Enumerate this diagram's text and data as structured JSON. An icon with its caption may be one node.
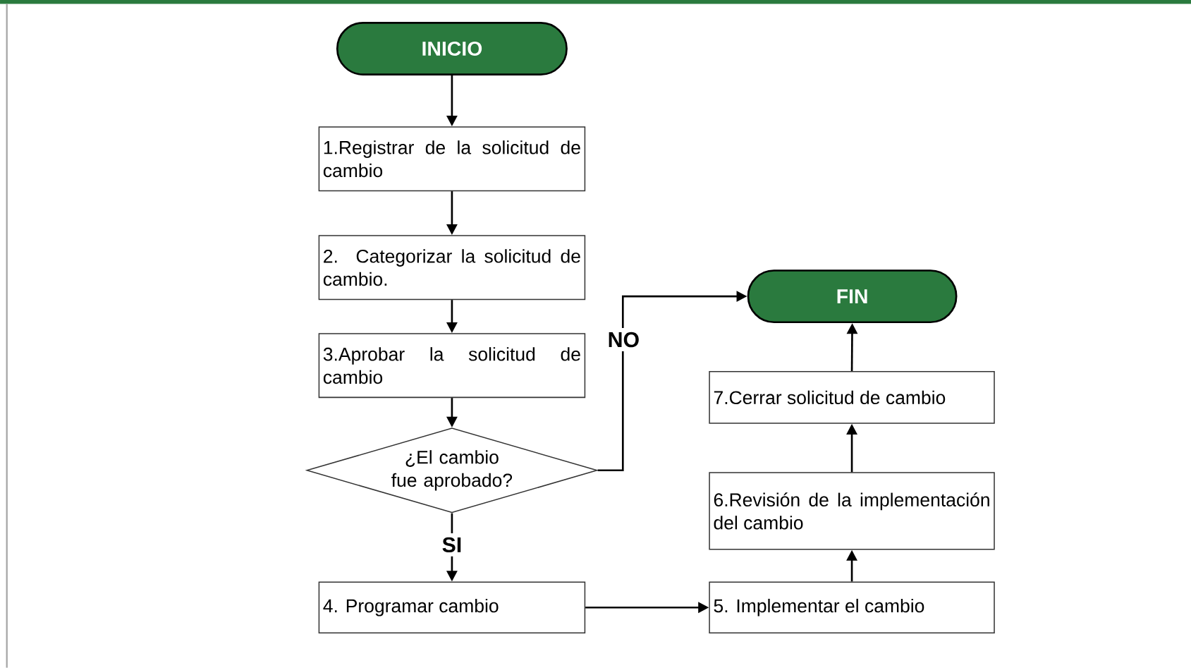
{
  "diagram": {
    "nodes": [
      {
        "text": [
          "INICIO"
        ]
      },
      {
        "text": [
          "1.Registrar de la solicitud de cambio"
        ]
      },
      {
        "text": [
          "2. Categorizar la solicitud de cambio."
        ]
      },
      {
        "text": [
          "3.Aprobar la solicitud de cambio"
        ]
      },
      {
        "text": [
          "¿El cambio fue aprobado?"
        ]
      },
      {
        "text": [
          "4. Programar cambio"
        ]
      },
      {
        "text": [
          "5. Implementar el cambio"
        ]
      },
      {
        "text": [
          "6.Revisión de la implementación del cambio"
        ]
      },
      {
        "text": [
          "7.Cerrar solicitud de cambio"
        ]
      },
      {
        "text": [
          "FIN"
        ]
      }
    ],
    "edges": [
      {
        "from": 0,
        "to": 1,
        "arrow": "to"
      },
      {
        "from": 1,
        "to": 2,
        "arrow": "to"
      },
      {
        "from": 2,
        "to": 3,
        "arrow": "to"
      },
      {
        "from": 3,
        "to": 4,
        "arrow": "to"
      },
      {
        "from": 4,
        "to": 5,
        "arrow": "to",
        "label": "SI"
      },
      {
        "from": 4,
        "to": 9,
        "arrow": "to",
        "label": "NO"
      },
      {
        "from": 5,
        "to": 6,
        "arrow": "to"
      },
      {
        "from": 6,
        "to": 7,
        "arrow": "to"
      },
      {
        "from": 7,
        "to": 8,
        "arrow": "to"
      },
      {
        "from": 8,
        "to": 9,
        "arrow": "to"
      }
    ]
  }
}
